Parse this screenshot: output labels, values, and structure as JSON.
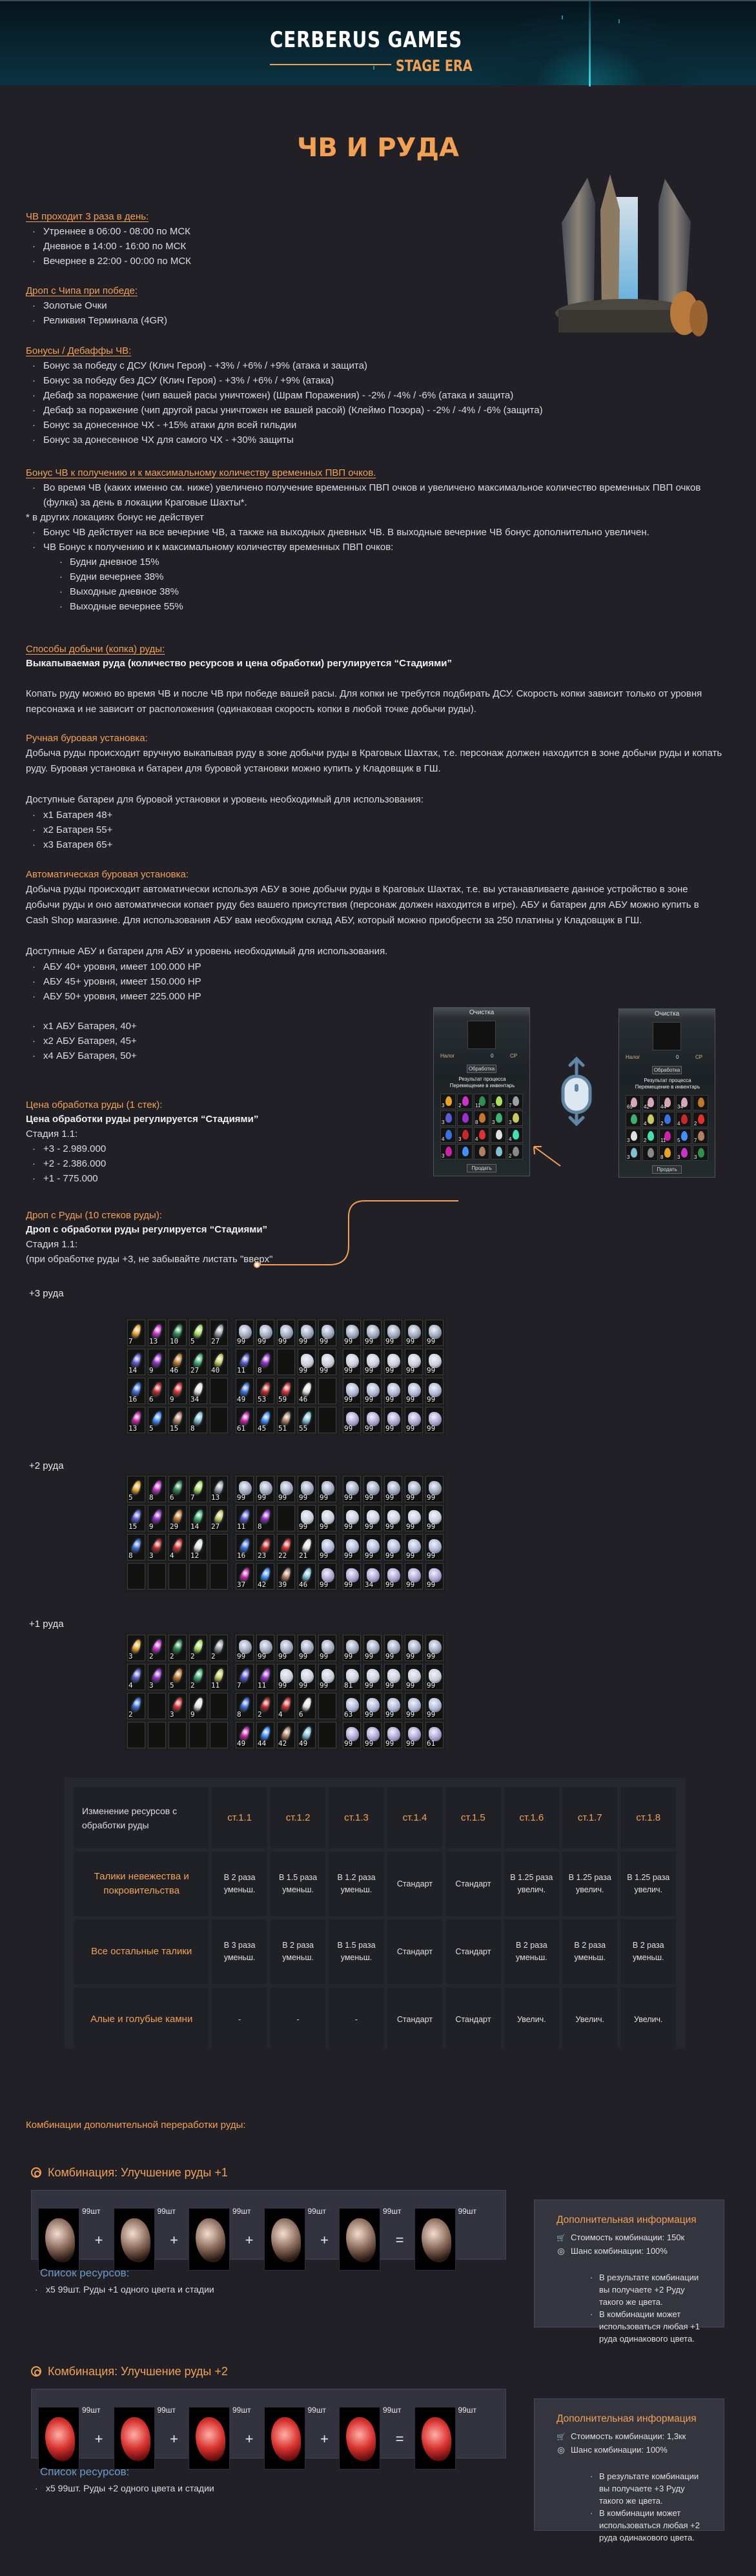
{
  "banner": {
    "brand": "CERBERUS GAMES",
    "subtitle": "STAGE ERA"
  },
  "page_title": "ЧВ И РУДА",
  "schedule": {
    "heading": "ЧВ проходит 3 раза в день:",
    "items": [
      "Утреннее в 06:00 - 08:00 по МСК",
      "Дневное в 14:00 - 16:00 по МСК",
      "Вечернее в 22:00 - 00:00 по МСК"
    ]
  },
  "chip_drop": {
    "heading": "Дроп с Чипа при победе:",
    "items": [
      "Золотые Очки",
      "Реликвия Терминала (4GR)"
    ]
  },
  "bonuses": {
    "heading": "Бонусы / Дебаффы ЧВ:",
    "items": [
      "Бонус за победу с ДСУ (Клич Героя) - +3% / +6% / +9% (атака и защита)",
      "Бонус за победу без ДСУ (Клич Героя) - +3% / +6% / +9%  (атака)",
      "Дебаф за поражение (чип вашей расы уничтожен) (Шрам Поражения) - -2% / -4% / -6%  (атака и защита)",
      "Дебаф за поражение (чип другой расы уничтожен не вашей расой) (Клеймо Позора) - -2% / -4% / -6%  (защита)",
      "Бонус за донесенное ЧХ - +15% атаки для всей гильдии",
      "Бонус за донесенное ЧХ для самого ЧХ - +30% защиты"
    ]
  },
  "pvp_bonus": {
    "heading": "Бонус ЧВ к получению и к максимальному количеству временных ПВП очков.",
    "item1": "Во время ЧВ (каких именно см. ниже) увеличено получение временных ПВП очков и увеличено максимальное количество временных ПВП очков (фулка) за день в локации Краговые Шахты*.",
    "footnote": "* в других локациях бонус не действует",
    "item2": "Бонус ЧВ действует на все вечерние ЧВ, а также на выходных дневных ЧВ. В выходные вечерние ЧВ бонус дополнительно увеличен.",
    "item3": "ЧВ Бонус к получению и к максимальному количеству временных ПВП очков:",
    "sub_items": [
      "Будни дневное 15%",
      "Будни вечернее 38%",
      "Выходные дневное 38%",
      "Выходные вечернее 55%"
    ]
  },
  "mining": {
    "heading": "Способы добычи (копка) руды:",
    "bold": "Выкапываемая руда (количество ресурсов и цена обработки) регулируется “Стадиями”",
    "text": "Копать руду можно во время ЧВ и после ЧВ при победе вашей расы. Для копки не требутся подбирать ДСУ. Скорость копки зависит только от уровня персонажа и не зависит от расположения (одинаковая скорость копки в любой точке добычи руды).",
    "manual_heading": "Ручная буровая установка:",
    "manual_text": "Добыча руды происходит вручную выкапывая руду в зоне добычи руды в Краговых Шахтах, т.е. персонаж должен находится в зоне добычи руды и копать руду. Буровая установка и батареи для буровой установки можно купить у Кладовщик в ГШ.",
    "manual_batteries_intro": "Доступные батареи для буровой установки и уровень необходимый для использования:",
    "manual_batteries": [
      "x1 Батарея 48+",
      "x2 Батарея 55+",
      "x3 Батарея 65+"
    ],
    "auto_heading": "Автоматическая буровая установка:",
    "auto_text": "Добыча руды происходит автоматически используя АБУ в зоне добычи руды в Краговых Шахтах, т.е. вы устанавливаете данное устройство в зоне добычи руды и оно автоматически копает руду без вашего присутствия (персонаж должен находится в игре). АБУ и батареи для АБУ можно купить в Cash Shop магазине. Для использования АБУ вам необходим склад АБУ, который можно приобрести за 250 платины у Кладовщик в ГШ.",
    "auto_intro": "Доступные АБУ и батареи для АБУ и уровень необходимый для использования.",
    "abu_levels": [
      "АБУ 40+ уровня, имеет 100.000 HP",
      "АБУ 45+ уровня, имеет 150.000 HP",
      "АБУ 50+ уровня, имеет 225.000 HP"
    ],
    "abu_batteries": [
      "x1 АБУ Батарея, 40+",
      "x2 АБУ Батарея, 45+",
      "x4 АБУ Батарея, 50+"
    ]
  },
  "processing_price": {
    "heading": "Цена обработка руды (1 стек):",
    "bold": "Цена обработки руды регулируется “Стадиями”",
    "stage": "Стадия 1.1:",
    "items": [
      "+3 - 2.989.000",
      "+2 - 2.386.000",
      "+1 - 775.000"
    ]
  },
  "ore_drop": {
    "heading": "Дроп с Руды (10 стеков руды):",
    "bold": "Дроп с обработки руды регулируется “Стадиями”",
    "stage": "Стадия 1.1:",
    "note": "(при обработке руды +3, не забывайте листать \"вверх\""
  },
  "game_panels": {
    "title": "Очистка",
    "tax_label": "Налог",
    "tax_value": "0",
    "currency": "CP",
    "process_button": "Обработка",
    "result_line1": "Результат процесса",
    "result_line2": "Перемещение в инвентарь",
    "sell_button": "Продать",
    "left_counts": [
      "3",
      "2",
      "11",
      "5",
      "7",
      "3",
      "",
      "8",
      "3",
      "3",
      "4",
      "3",
      "4",
      "",
      "4",
      "3",
      "",
      "",
      "",
      "2"
    ],
    "right_counts": [
      "69",
      "42",
      "44",
      "34",
      "",
      "",
      "4",
      "2",
      "4",
      "2",
      "3",
      "2",
      "11",
      "5",
      "7",
      "3",
      "",
      "8",
      "3",
      "3"
    ]
  },
  "inventories": [
    {
      "label": "+3 руда",
      "talismans": [
        "7",
        "13",
        "10",
        "5",
        "27",
        "14",
        "9",
        "46",
        "27",
        "40",
        "16",
        "6",
        "9",
        "34",
        "",
        "13",
        "5",
        "15",
        "8",
        ""
      ],
      "mid": [
        "99",
        "99",
        "99",
        "99",
        "99",
        "11",
        "8",
        "",
        "99",
        "99",
        "49",
        "53",
        "59",
        "46",
        "",
        "61",
        "45",
        "51",
        "55",
        ""
      ],
      "right": [
        "99",
        "99",
        "99",
        "99",
        "99",
        "99",
        "99",
        "99",
        "99",
        "99",
        "99",
        "99",
        "99",
        "99",
        "99",
        "99",
        "99",
        "99",
        "99",
        "99"
      ]
    },
    {
      "label": "+2 руда",
      "talismans": [
        "5",
        "8",
        "6",
        "7",
        "13",
        "15",
        "9",
        "29",
        "14",
        "27",
        "8",
        "3",
        "4",
        "12",
        "",
        "",
        "",
        "",
        "",
        ""
      ],
      "mid": [
        "99",
        "99",
        "99",
        "99",
        "99",
        "11",
        "8",
        "",
        "99",
        "99",
        "16",
        "23",
        "22",
        "21",
        "99",
        "37",
        "42",
        "39",
        "46",
        "99"
      ],
      "right": [
        "99",
        "99",
        "99",
        "99",
        "99",
        "99",
        "99",
        "99",
        "99",
        "99",
        "99",
        "99",
        "99",
        "99",
        "99",
        "99",
        "34",
        "99",
        "99",
        "99"
      ]
    },
    {
      "label": "+1 руда",
      "talismans": [
        "3",
        "2",
        "2",
        "2",
        "2",
        "4",
        "3",
        "5",
        "2",
        "11",
        "2",
        "",
        "3",
        "9",
        "",
        "",
        "",
        "",
        "",
        ""
      ],
      "mid": [
        "99",
        "99",
        "99",
        "99",
        "99",
        "7",
        "11",
        "99",
        "99",
        "99",
        "8",
        "2",
        "4",
        "6",
        "",
        "49",
        "44",
        "42",
        "49",
        ""
      ],
      "right": [
        "99",
        "99",
        "99",
        "99",
        "99",
        "81",
        "99",
        "99",
        "99",
        "99",
        "63",
        "99",
        "99",
        "99",
        "99",
        "99",
        "99",
        "99",
        "99",
        "61"
      ]
    }
  ],
  "stage_table": {
    "corner": "Изменение ресурсов с обработки руды",
    "stages": [
      "ст.1.1",
      "ст.1.2",
      "ст.1.3",
      "ст.1.4",
      "ст.1.5",
      "ст.1.6",
      "ст.1.7",
      "ст.1.8"
    ],
    "rows": [
      {
        "label": "Талики невежества и покровительства",
        "values": [
          "В 2 раза уменьш.",
          "В 1.5 раза уменьш.",
          "В 1.2 раза уменьш.",
          "Стандарт",
          "Стандарт",
          "В 1.25 раза увелич.",
          "В 1.25 раза увелич.",
          "В 1.25 раза увелич."
        ]
      },
      {
        "label": "Все остальные талики",
        "values": [
          "В 3 раза уменьш.",
          "В 2 раза уменьш.",
          "В 1.5 раза уменьш.",
          "Стандарт",
          "Стандарт",
          "В 2 раза уменьш.",
          "В 2 раза уменьш.",
          "В 2 раза уменьш."
        ]
      },
      {
        "label": "Алые и голубые камни",
        "values": [
          "-",
          "-",
          "-",
          "Стандарт",
          "Стандарт",
          "Увелич.",
          "Увелич.",
          "Увелич."
        ]
      }
    ]
  },
  "combinations": {
    "title": "Комбинации дополнительной переработки руды:",
    "list": [
      {
        "heading": "Комбинация: Улучшение руды +1",
        "qty": "99шт",
        "ops": [
          "+",
          "+",
          "+",
          "+",
          "="
        ],
        "resources_title": "Список ресурсов:",
        "resources": [
          "x5 99шт. Руды +1 одного цвета и стадии"
        ],
        "info_title": "Дополнительная информация",
        "cost": "Стоимость комбинации: 150к",
        "chance": "Шанс комбинации: 100%",
        "notes": [
          "В результате комбинации вы получаете +2 Руду такого же цвета.",
          "В комбинации может использоваться любая +1 руда одинакового цвета."
        ],
        "ore_color": "#c9a898"
      },
      {
        "heading": "Комбинация: Улучшение руды +2",
        "qty": "99шт",
        "ops": [
          "+",
          "+",
          "+",
          "+",
          "="
        ],
        "resources_title": "Список ресурсов:",
        "resources": [
          "x5 99шт. Руды +2 одного цвета и стадии"
        ],
        "info_title": "Дополнительная информация",
        "cost": "Стоимость комбинации: 1,3кк",
        "chance": "Шанс комбинации: 100%",
        "notes": [
          "В результате комбинации вы получаете +3 Руду такого же цвета.",
          "В комбинации может использоваться любая +2 руда одинакового цвета."
        ],
        "ore_color": "#d8332f"
      }
    ]
  },
  "colors": {
    "accent": "#f2a154",
    "background": "#212026",
    "link_blue": "#6d9ac5"
  }
}
